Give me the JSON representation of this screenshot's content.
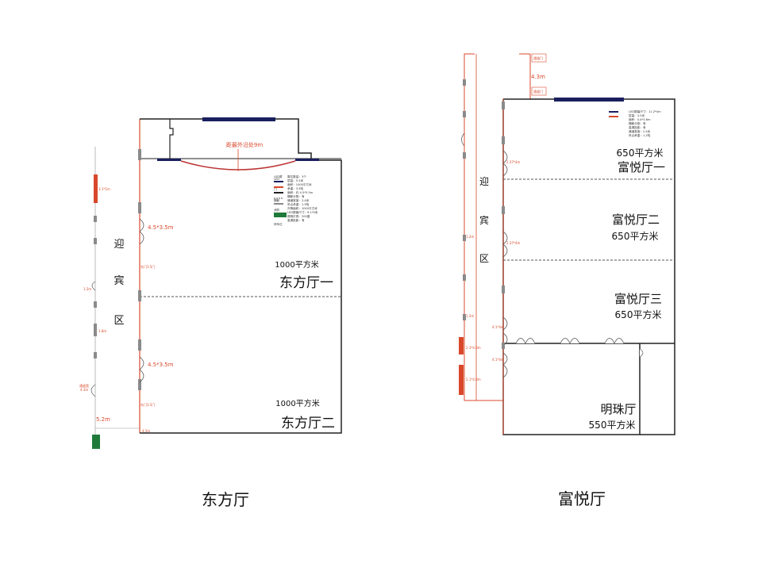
{
  "colors": {
    "wall": "#222222",
    "door": "#d9482b",
    "led": "#1a1f5e",
    "green": "#1f7a3a",
    "column": "#8a8a8a",
    "partition": "#555555"
  },
  "east": {
    "caption": "东方厅",
    "reception": [
      "迎",
      "宾",
      "区"
    ],
    "rooms": [
      {
        "area": "1000平方米",
        "name": "东方厅一"
      },
      {
        "area": "1000平方米",
        "name": "东方厅二"
      }
    ],
    "door_dims": [
      "4.5*3.5m",
      "4.5*3.5m"
    ],
    "distance_label": "5.2m",
    "edge_label": "距最外沿处9m",
    "small_labels": [
      "3.1*1m",
      "1.2m",
      "1.8m",
      "通道宽\n4.3m",
      "东门3.5门",
      "东门3.5门",
      "4.5m"
    ],
    "legend_title": "LED屏",
    "legend": [
      "展位数量：3个",
      "层高：5.5米",
      "面积：1000平方米",
      "承重：3.5吨",
      "面积：约 4.5*3.5m",
      "隔断分割：有",
      "通道宽度：2.4米",
      "吊点承重：1.5吨",
      "升降面积：1000平方米",
      "LED屏幕尺寸：9.1*5米",
      "照明灯具：200盏",
      "高清投影：有"
    ],
    "legend_marks": [
      "LED",
      "门",
      "隔断",
      "消防",
      "停车位"
    ]
  },
  "fuyue": {
    "caption": "富悦厅",
    "reception": [
      "迎",
      "宾",
      "区"
    ],
    "rooms": [
      {
        "area": "650平方米",
        "name": "富悦厅一"
      },
      {
        "name": "富悦厅二",
        "area": "650平方米"
      },
      {
        "name": "富悦厅三",
        "area": "650平方米"
      },
      {
        "name": "明珠厅",
        "area": "550平方米"
      }
    ],
    "height_label": "4.3m",
    "door_dims": [
      "4.1*4m",
      "4.1*4m"
    ],
    "small_labels": [
      "通道门",
      "通道门",
      "2.3*4.8m",
      "2.1*4.8m",
      "2.37*4m",
      "2.37*4m",
      "1.2m",
      "1.2m"
    ],
    "legend": [
      "LED屏幕尺寸：11.2*4m",
      "层高：3.5米",
      "面积：4.4*3.6m",
      "隔断分割：有",
      "高清投影：有",
      "通道宽度：2.4米",
      "吊点承重：1.2吨"
    ]
  }
}
